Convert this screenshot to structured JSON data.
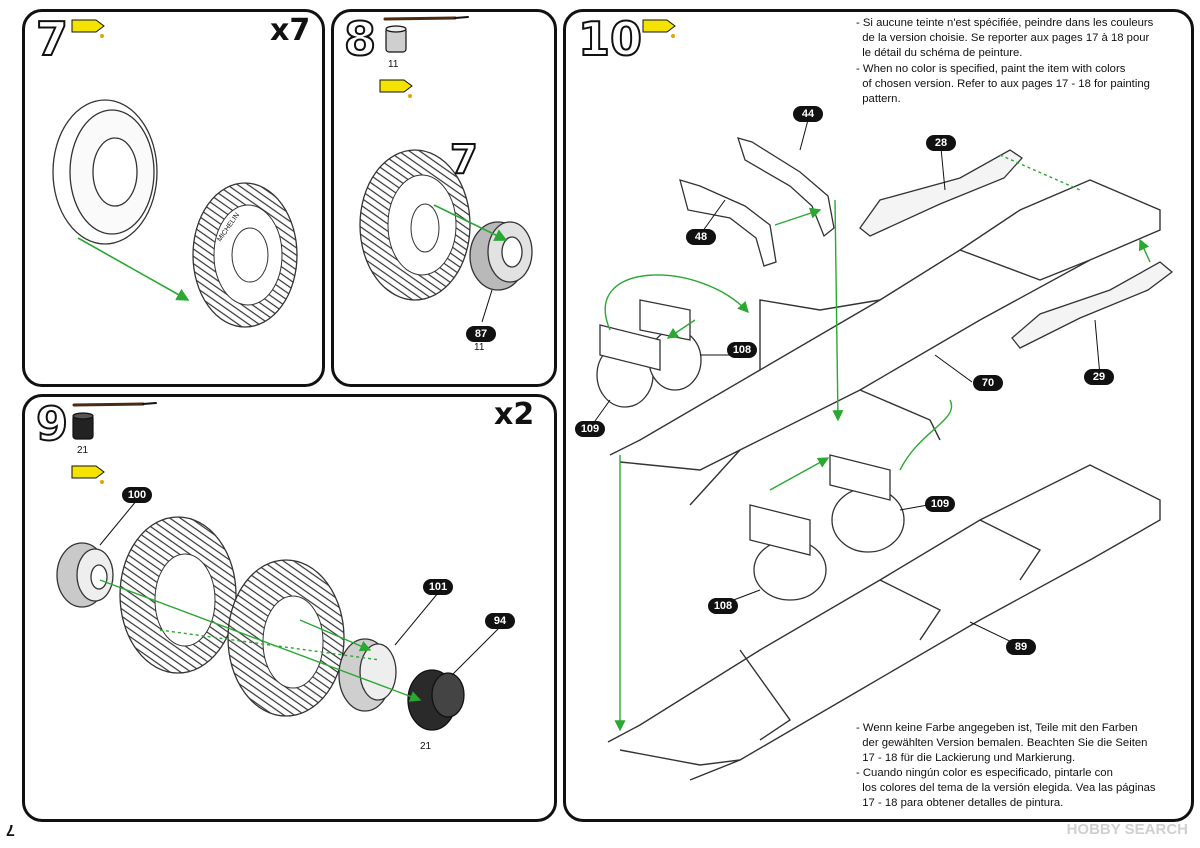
{
  "page": {
    "number": "7"
  },
  "colors": {
    "arrow": "#2aa832",
    "glue": "#f4e200",
    "ink": "#111111"
  },
  "steps": {
    "s7": {
      "number": "7",
      "multiplier": "x7"
    },
    "s8": {
      "number": "8",
      "paint_code": "11",
      "part": "87",
      "part_paint": "11"
    },
    "s9": {
      "number": "9",
      "multiplier": "x2",
      "paint_code": "21",
      "parts": [
        "100",
        "101",
        "94"
      ],
      "part_paint": "21"
    },
    "s10": {
      "number": "10",
      "parts": [
        "44",
        "48",
        "28",
        "108",
        "109",
        "70",
        "29",
        "109",
        "108",
        "89"
      ],
      "note_fr_en": [
        "- Si aucune teinte n'est spécifiée, peindre dans les couleurs",
        "  de la version choisie. Se reporter aux pages 17 à 18 pour",
        "  le détail du schéma de peinture.",
        "- When no color is specified, paint the item with colors",
        "  of chosen version. Refer to aux pages 17 - 18 for painting",
        "  pattern."
      ],
      "note_de_es": [
        "- Wenn keine Farbe angegeben ist, Teile mit den Farben",
        "  der gewählten Version bemalen. Beachten Sie die Seiten",
        "  17 - 18 für die Lackierung und Markierung.",
        "- Cuando ningún color es especificado, pintarle con",
        "  los colores del tema de la versión elegida. Vea las páginas",
        "  17 - 18 para obtener detalles de pintura."
      ]
    }
  },
  "tire_marks": {
    "brand": "MICHELIN",
    "size": "7"
  },
  "watermark": "HOBBY SEARCH"
}
